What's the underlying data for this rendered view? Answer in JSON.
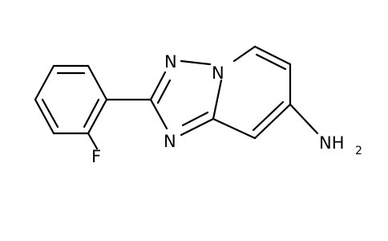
{
  "molecule": {
    "atoms": {
      "fluorine": "F",
      "nitrogen_top": "N",
      "nitrogen_bridge": "N",
      "nitrogen_bottom": "N",
      "amine": "NH",
      "amine_subscript": "2"
    },
    "colors": {
      "bond": "#000000",
      "label": "#000000",
      "background": "#ffffff"
    }
  }
}
